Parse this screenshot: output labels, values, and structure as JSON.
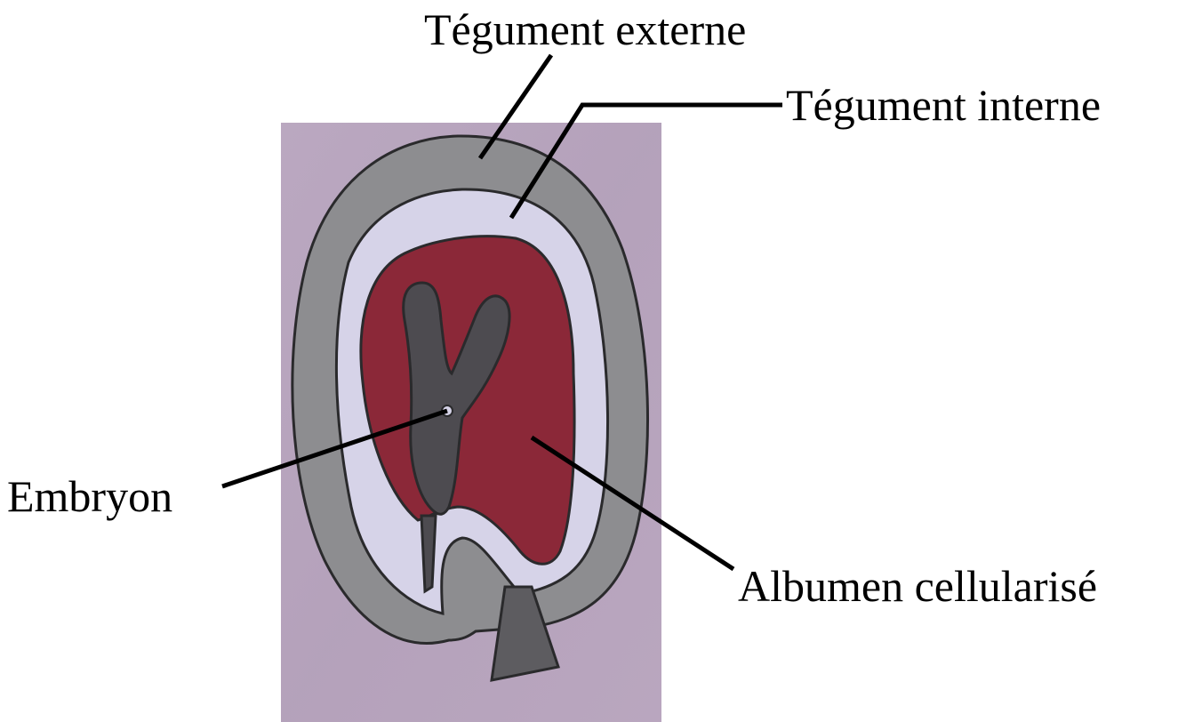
{
  "diagram": {
    "labels": {
      "outer_integument": "Tégument externe",
      "inner_integument": "Tégument interne",
      "embryo": "Embryon",
      "endosperm": "Albumen cellularisé"
    },
    "colors": {
      "background_photo": "#b7a4bd",
      "outer_integument": "#8d8d90",
      "inner_integument": "#d6d3e8",
      "endosperm": "#8b2838",
      "embryo": "#4d4b50",
      "funiculus": "#5d5c60",
      "outline": "#2a2a2c",
      "leader_line": "#000000"
    }
  }
}
